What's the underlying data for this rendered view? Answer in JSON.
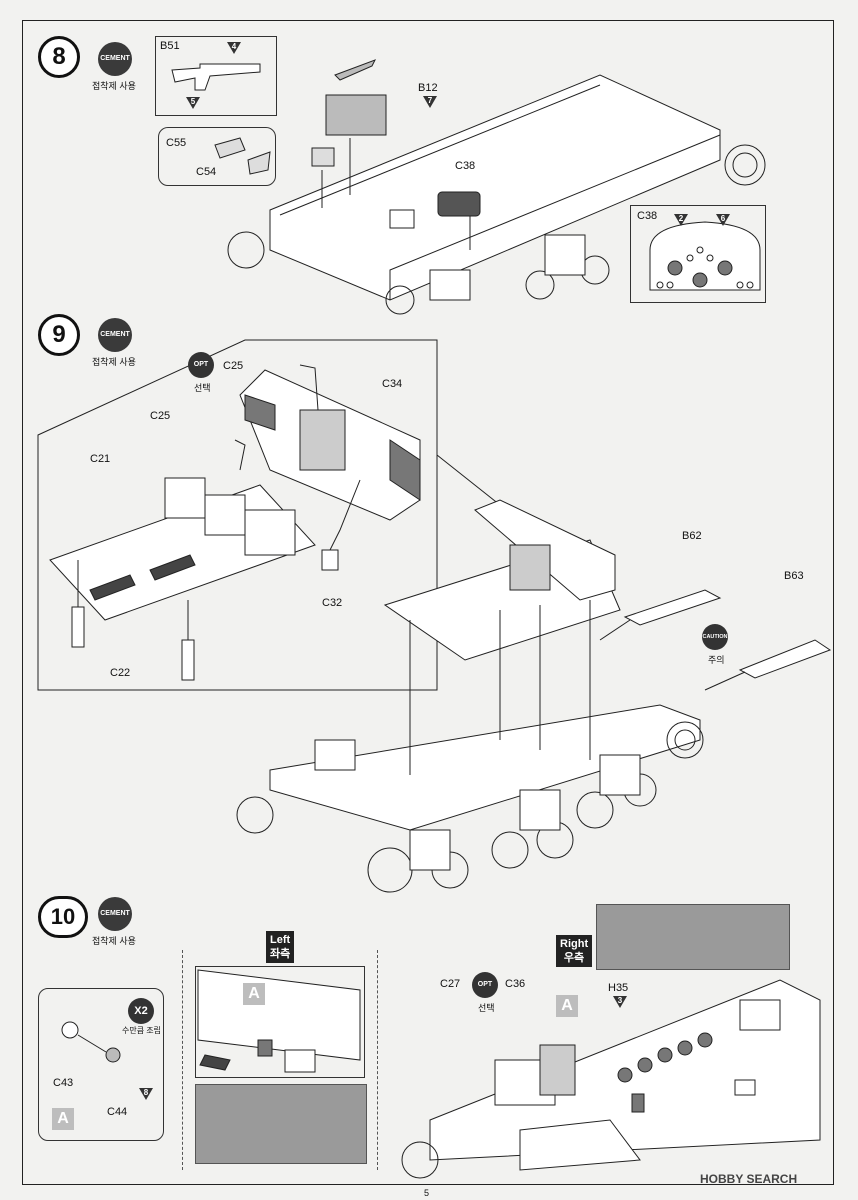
{
  "step8": {
    "number": "8",
    "cement_label": "CEMENT",
    "cement_caption": "접착제 사용",
    "parts": {
      "b51": "B51",
      "b12": "B12",
      "c55": "C55",
      "c54": "C54",
      "c38": "C38",
      "c38_detail": "C38"
    },
    "markers": {
      "m4": "4",
      "m5": "5",
      "m7": "7",
      "m2": "2",
      "m6": "6"
    }
  },
  "step9": {
    "number": "9",
    "cement_label": "CEMENT",
    "cement_caption": "접착제 사용",
    "opt_label": "OPT",
    "opt_caption": "선택",
    "caution_label": "CAUTION",
    "caution_caption": "주의",
    "parts": {
      "c25_top": "C25",
      "c25_left": "C25",
      "c34": "C34",
      "c21": "C21",
      "c32": "C32",
      "c22": "C22",
      "b62": "B62",
      "b63": "B63"
    }
  },
  "step10": {
    "number": "10",
    "cement_label": "CEMENT",
    "cement_caption": "접착제 사용",
    "x2_label": "X2",
    "x2_caption": "수만큼 조립",
    "opt_label": "OPT",
    "opt_caption": "선택",
    "left_en": "Left",
    "left_ko": "좌측",
    "right_en": "Right",
    "right_ko": "우측",
    "letter_a": "A",
    "parts": {
      "c43": "C43",
      "c44": "C44",
      "c27": "C27",
      "c36": "C36",
      "h35": "H35"
    },
    "markers": {
      "m8": "8",
      "m3": "3"
    }
  },
  "footer": {
    "page_number": "5",
    "watermark": "HOBBY SEARCH"
  }
}
